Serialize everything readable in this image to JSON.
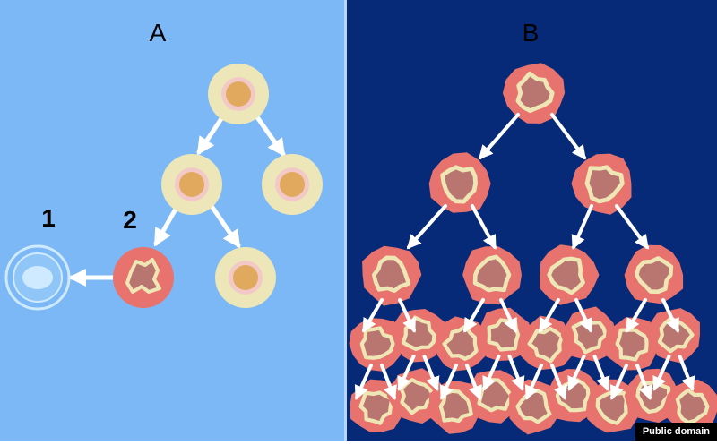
{
  "panels": {
    "a": {
      "label": "A",
      "background": "#7bb8f5"
    },
    "b": {
      "label": "B",
      "background": "#062a78"
    }
  },
  "numbers": {
    "one": "1",
    "two": "2"
  },
  "credit": "Public domain",
  "colors": {
    "normal_cell_outer": "#ece6b8",
    "normal_cell_ring": "#f3c9c7",
    "normal_cell_nucleus": "#e0a95e",
    "cancer_cell_outer": "#e8736e",
    "cancer_cell_ring": "#efe6b6",
    "cancer_cell_nucleus": "#b97670",
    "dead_cell": "#cfeaff",
    "arrow": "#ffffff"
  }
}
